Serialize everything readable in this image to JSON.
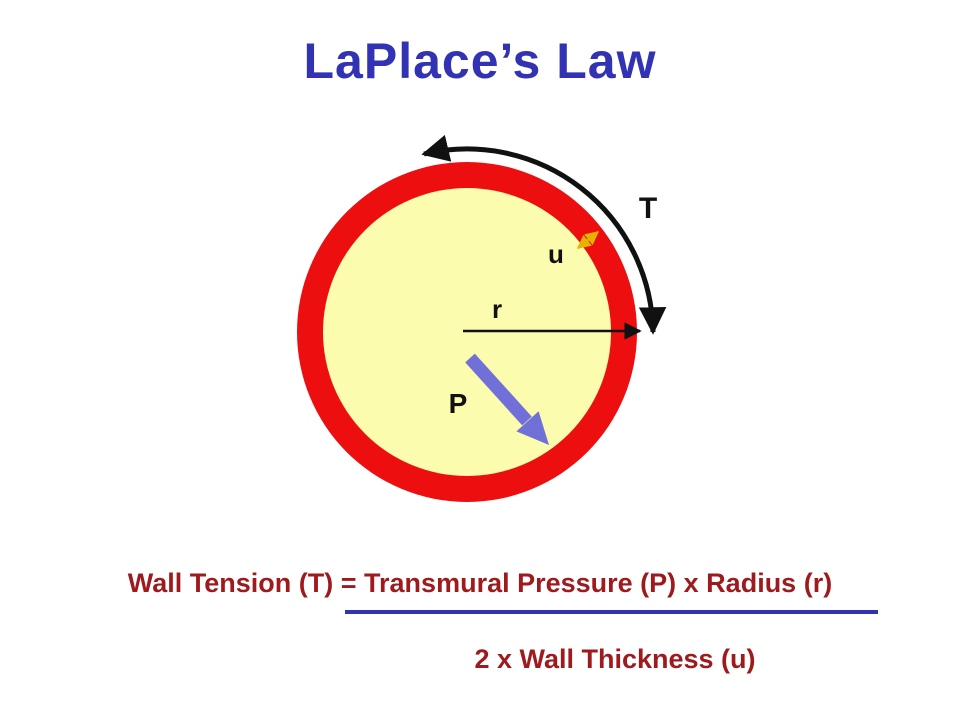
{
  "title": "LaPlace’s Law",
  "diagram": {
    "label_tension": "T",
    "label_thickness": "u",
    "label_radius": "r",
    "label_pressure": "P"
  },
  "equation": {
    "numerator": "Wall Tension (T) = Transmural Pressure (P) x Radius (r)",
    "denominator": "2 x Wall Thickness (u)"
  },
  "colors": {
    "title_blue": "#3232B4",
    "wall_red": "#ED0F0F",
    "lumen_yellow": "#FCFCAF",
    "pressure_arrow_blue": "#7070D8",
    "equation_red": "#9E1A1D",
    "fraction_bar_blue": "#3232B4",
    "thickness_arrow_gold": "#E6B400",
    "arrow_black": "#111111"
  }
}
